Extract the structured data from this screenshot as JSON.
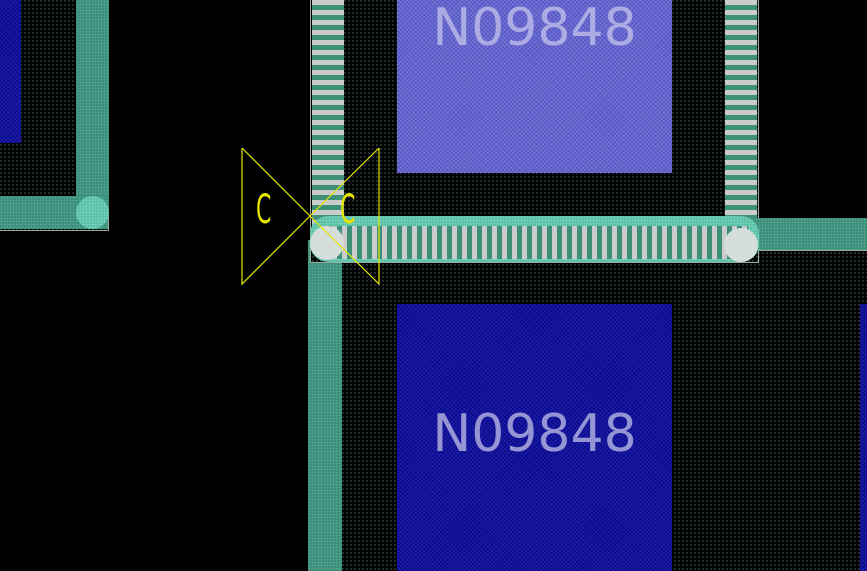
{
  "pcb_view": {
    "components": [
      {
        "net": "N09848",
        "style": "highlighted"
      },
      {
        "net": "N09848",
        "style": "normal"
      }
    ],
    "symbol": {
      "type": "capacitor-marker",
      "left_letter": "C",
      "right_letter": "C"
    },
    "colors": {
      "background": "#000000",
      "trace": "#3b8f7a",
      "trace_highlight": "#5dc1a8",
      "component_highlight": "#5858c8",
      "component": "#0a0a90",
      "marker": "#e6e600",
      "stripe_light": "#c9ccca"
    }
  }
}
